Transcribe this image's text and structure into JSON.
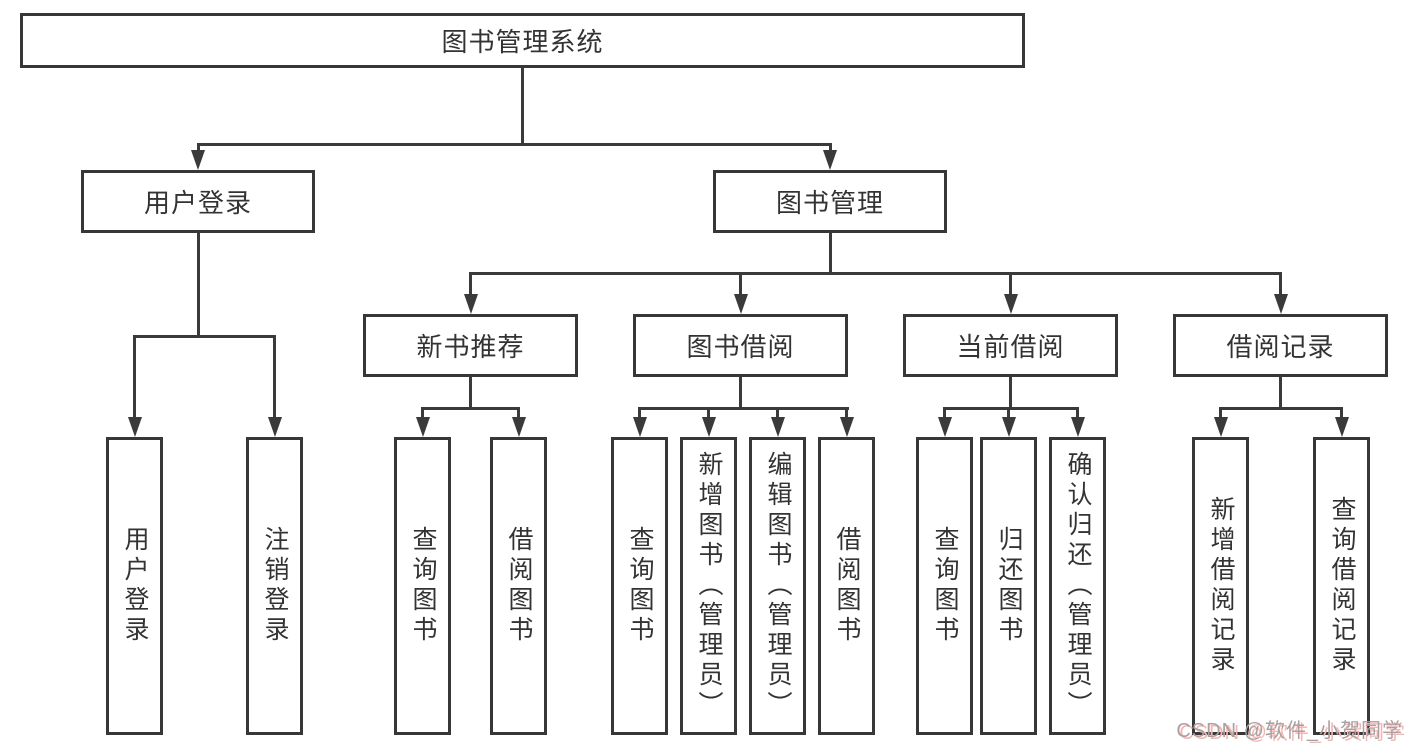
{
  "diagram": {
    "title": "图书管理系统",
    "branches": [
      {
        "label": "用户登录",
        "children": [
          {
            "label": "用户登录"
          },
          {
            "label": "注销登录"
          }
        ]
      },
      {
        "label": "图书管理",
        "sections": [
          {
            "label": "新书推荐",
            "children": [
              {
                "label": "查询图书"
              },
              {
                "label": "借阅图书"
              }
            ]
          },
          {
            "label": "图书借阅",
            "children": [
              {
                "label": "查询图书"
              },
              {
                "label": "新增图书（管理员）"
              },
              {
                "label": "编辑图书（管理员）"
              },
              {
                "label": "借阅图书"
              }
            ]
          },
          {
            "label": "当前借阅",
            "children": [
              {
                "label": "查询图书"
              },
              {
                "label": "归还图书"
              },
              {
                "label": "确认归还（管理员）"
              }
            ]
          },
          {
            "label": "借阅记录",
            "children": [
              {
                "label": "新增借阅记录"
              },
              {
                "label": "查询借阅记录"
              }
            ]
          }
        ]
      }
    ]
  },
  "watermark": {
    "text": "CSDN @软件_小贺同学"
  },
  "colors": {
    "line": "#3a3a3a",
    "box_border": "#373737",
    "text": "#333333",
    "background": "#ffffff",
    "watermark_text": "#a3a3a3",
    "watermark_shadow": "#ffb1b1"
  }
}
